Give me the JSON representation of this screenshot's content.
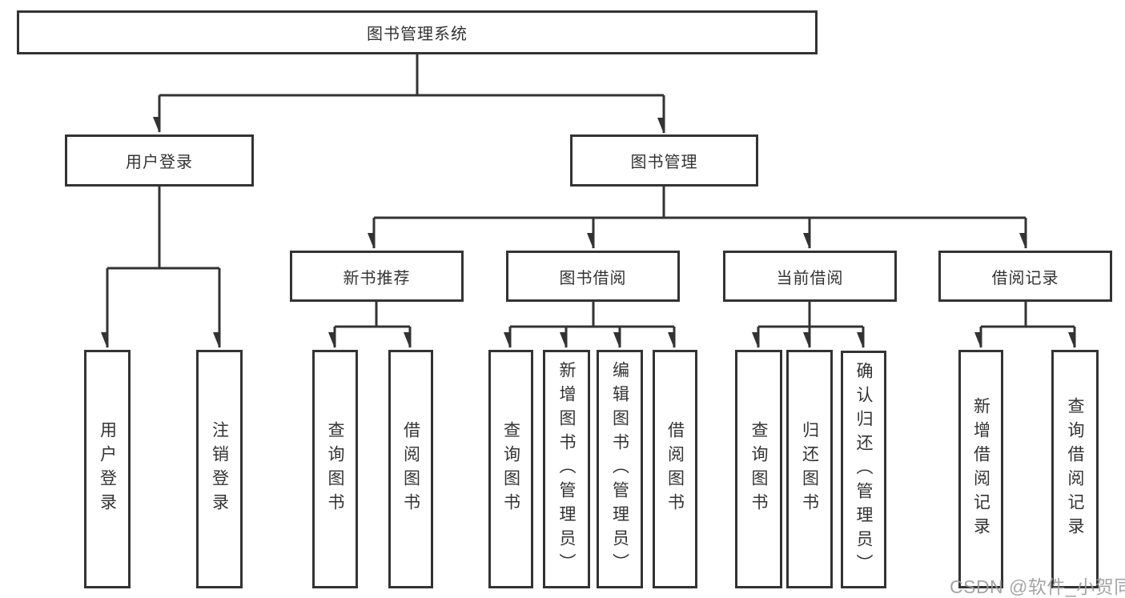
{
  "colors": {
    "line": "#333333",
    "box_border": "#333333",
    "box_fill": "#ffffff",
    "text": "#333333",
    "watermark": "#9b9b9b",
    "background": "#ffffff"
  },
  "tree": {
    "root": {
      "label": "图书管理系统",
      "children": [
        {
          "label": "用户登录",
          "children": [
            {
              "label": "用户登录"
            },
            {
              "label": "注销登录"
            }
          ]
        },
        {
          "label": "图书管理",
          "children": [
            {
              "label": "新书推荐",
              "children": [
                {
                  "label": "查询图书"
                },
                {
                  "label": "借阅图书"
                }
              ]
            },
            {
              "label": "图书借阅",
              "children": [
                {
                  "label": "查询图书"
                },
                {
                  "label": "新增图书（管理员）"
                },
                {
                  "label": "编辑图书（管理员）"
                },
                {
                  "label": "借阅图书"
                }
              ]
            },
            {
              "label": "当前借阅",
              "children": [
                {
                  "label": "查询图书"
                },
                {
                  "label": "归还图书"
                },
                {
                  "label": "确认归还（管理员）"
                }
              ]
            },
            {
              "label": "借阅记录",
              "children": [
                {
                  "label": "新增借阅记录"
                },
                {
                  "label": "查询借阅记录"
                }
              ]
            }
          ]
        }
      ]
    }
  },
  "watermark": {
    "text": "CSDN @软件_小贺同学"
  }
}
